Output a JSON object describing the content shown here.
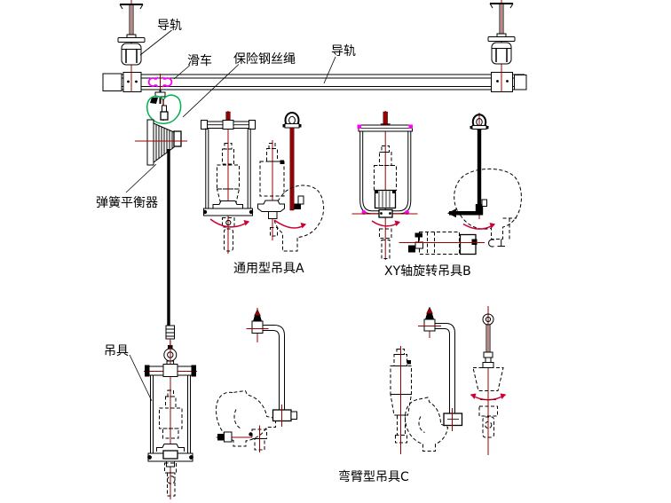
{
  "diagram": {
    "labels": {
      "rail_left": "导轨",
      "rail_right": "导轨",
      "trolley": "滑车",
      "safety_wire_rope": "保险钢丝绳",
      "spring_balancer": "弹簧平衡器",
      "hanger": "吊具",
      "tool_a": "通用型吊具A",
      "tool_b": "XY轴旋转吊具B",
      "tool_c": "弯臂型吊具C"
    },
    "colors": {
      "line": "#000000",
      "centerline": "#990000",
      "rotation_arc": "#cc0033",
      "trolley_marker": "#ff00ff",
      "safety_rope": "#00b050",
      "background": "#ffffff"
    }
  }
}
